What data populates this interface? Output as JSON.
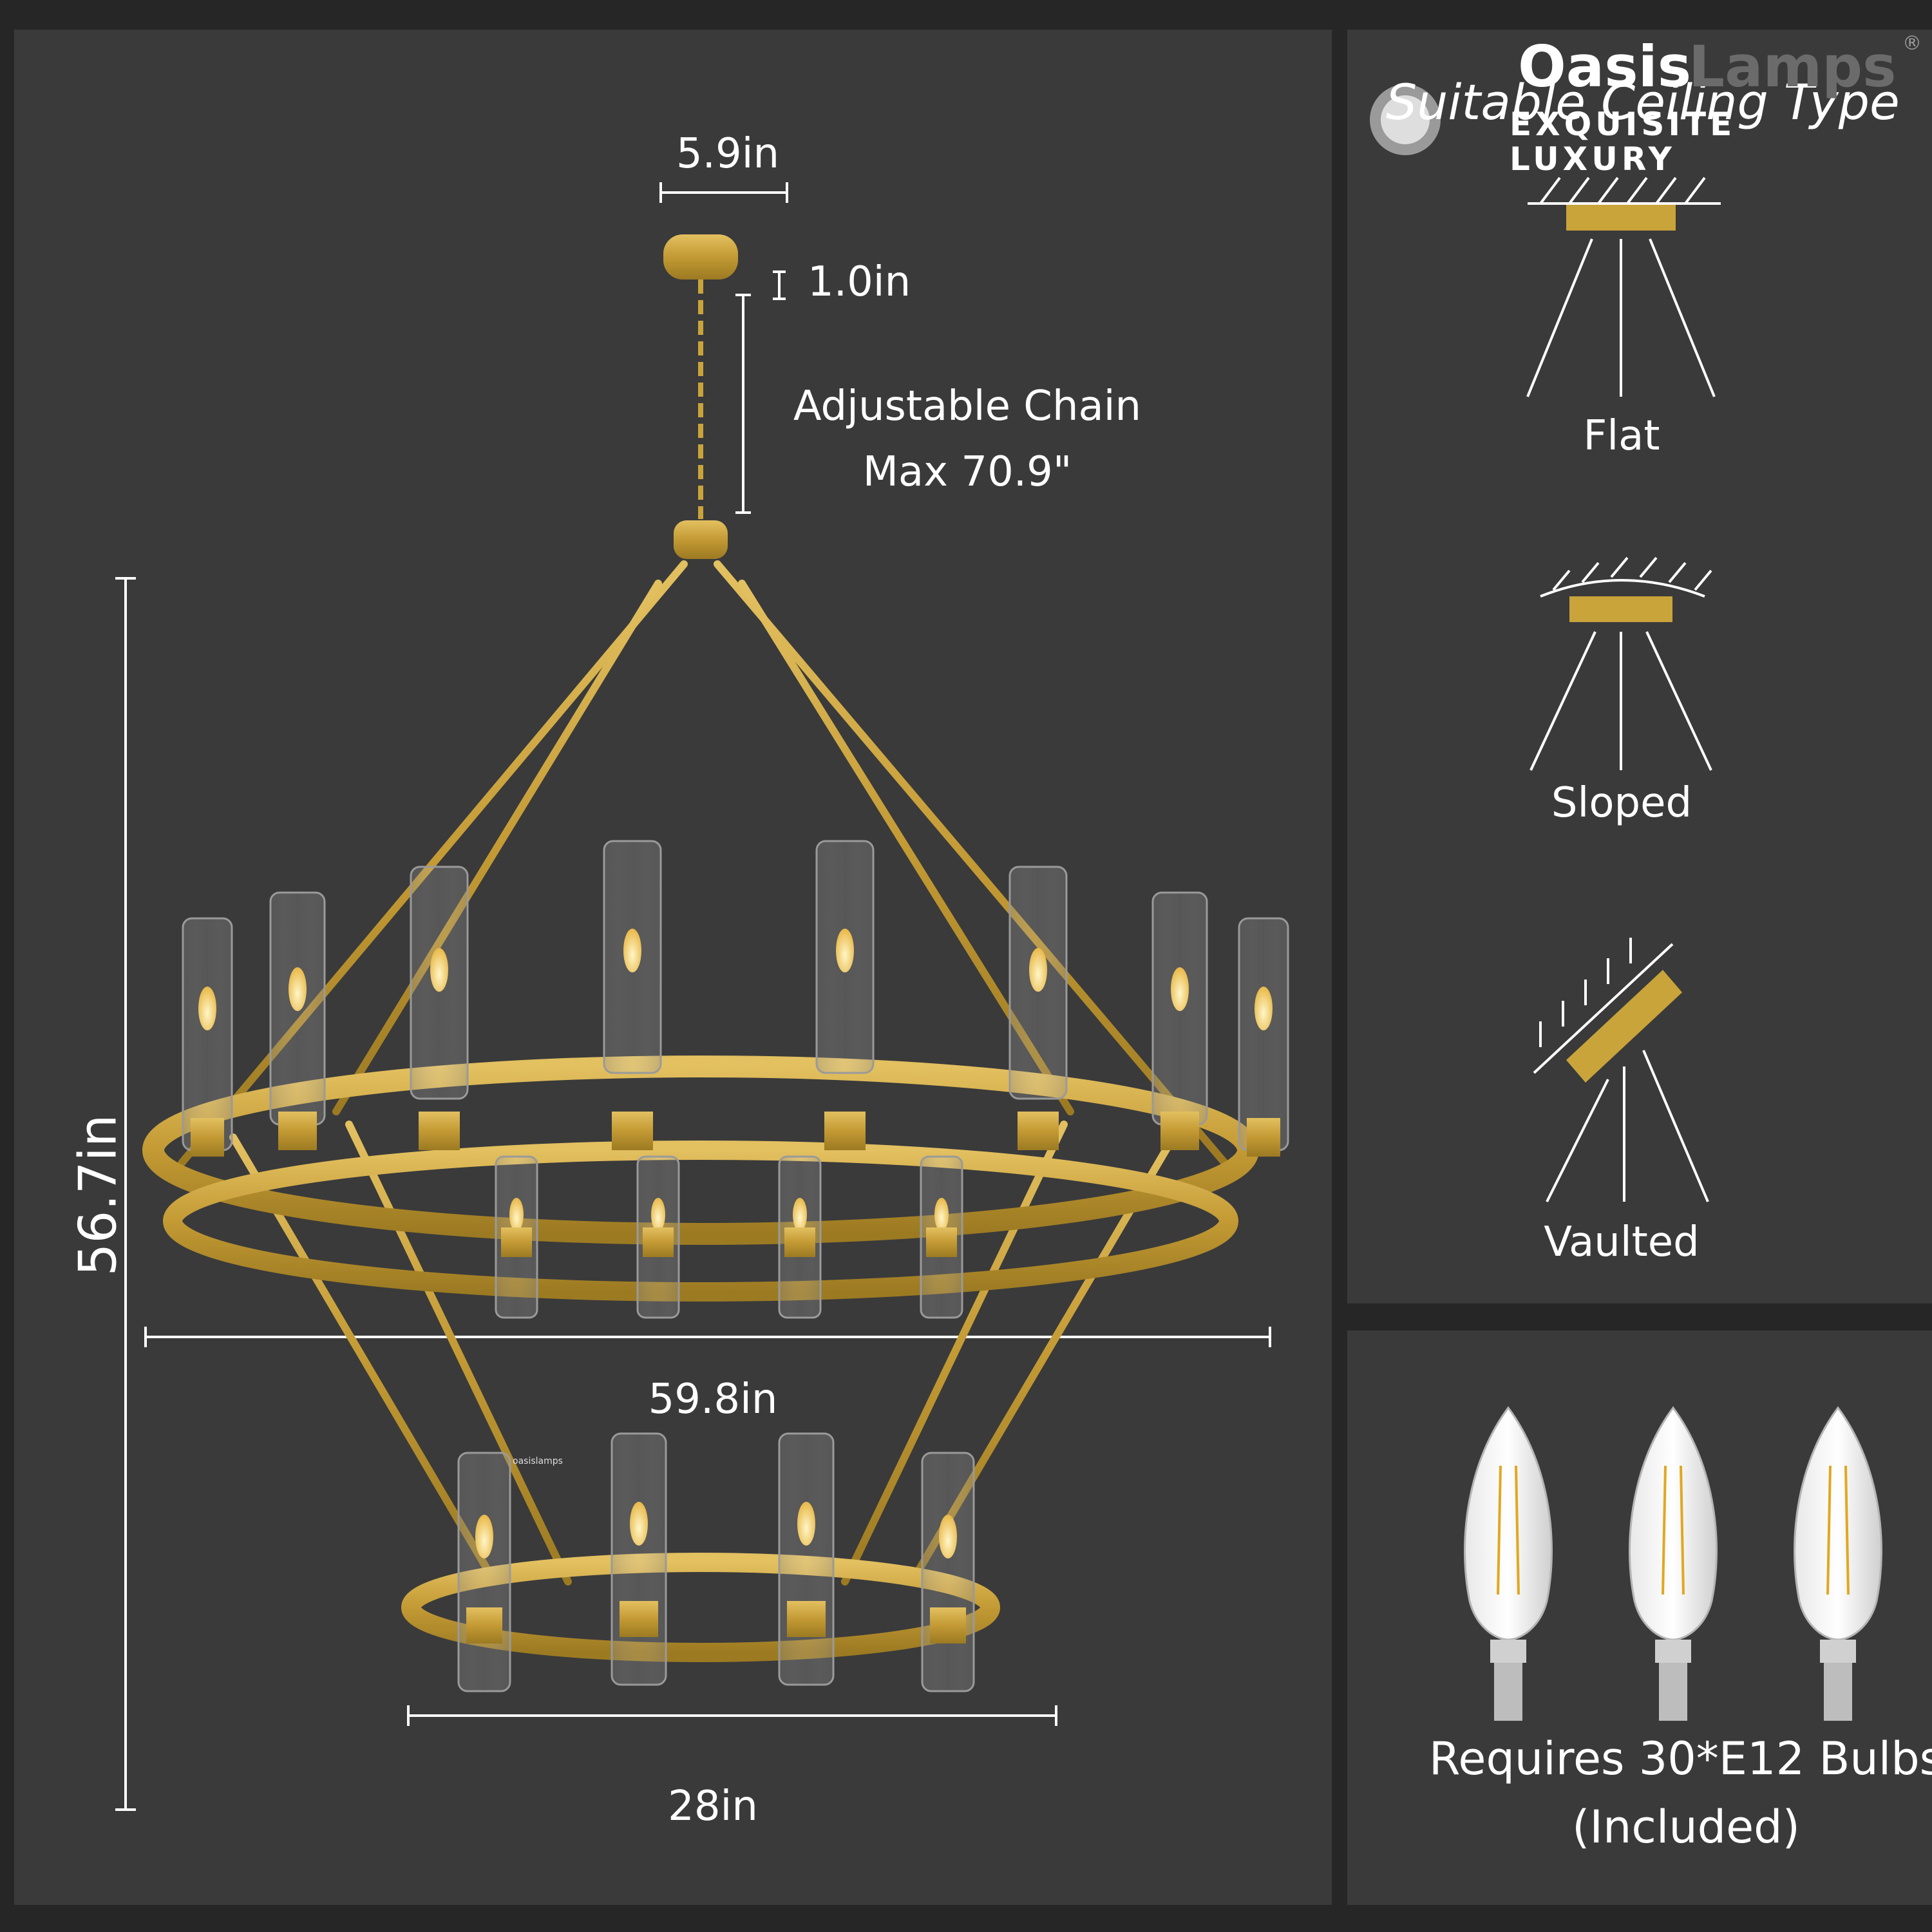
{
  "dimensions": {
    "canopy_width": "5.9in",
    "canopy_height": "1.0in",
    "chain_label_line1": "Adjustable Chain",
    "chain_label_line2": "Max 70.9\"",
    "total_height": "56.7in",
    "upper_diameter": "59.8in",
    "lower_diameter": "28in"
  },
  "watermark": "oasislamps",
  "logo": {
    "brand_main": "Oasis",
    "brand_secondary": "Lamps",
    "registered_mark": "®",
    "tagline_line1": "EXQUISITE",
    "tagline_line2": "LUXURY"
  },
  "ceiling_types": {
    "heading": "Suitable Ceiling Type",
    "items": [
      "Flat",
      "Sloped",
      "Vaulted"
    ]
  },
  "bulbs": {
    "caption_line1": "Requires 30*E12 Bulbs",
    "caption_line2": "(Included)",
    "count_shown": 3
  },
  "colors": {
    "background": "#262626",
    "panel": "#3a3a3a",
    "brass": "#c9a43a",
    "text": "#ffffff"
  }
}
